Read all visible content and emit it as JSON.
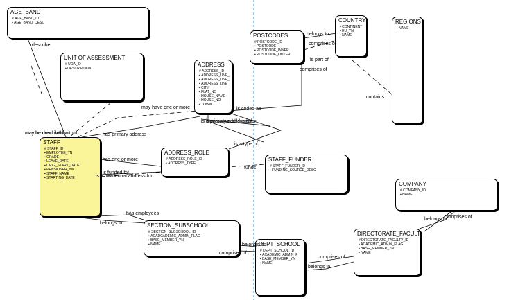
{
  "entities": {
    "age_band": {
      "title": "AGE_BAND",
      "attrs": [
        "AGE_BAND_ID",
        "AGE_BAND_DESC"
      ]
    },
    "unit_of_assessment": {
      "title": "UNIT OF ASSESSMENT",
      "attrs": [
        "UOA_ID",
        "DESCRIPTION"
      ]
    },
    "address": {
      "title": "ADDRESS",
      "attrs": [
        "ADDRESS_ID",
        "ADDRESS_LINE_",
        "ADDRESS_LINE_",
        "ADDRESS_LINE_",
        "CITY",
        "FLAT_NO",
        "HOUSE_NAME",
        "HOUSE_NO",
        "TOWN"
      ]
    },
    "postcodes": {
      "title": "POSTCODES",
      "attrs": [
        "POSTCODE_ID",
        "POSTCODE",
        "POSTCODE_INNER",
        "POSTCODE_OUTER"
      ]
    },
    "country": {
      "title": "COUNTRY",
      "attrs": [
        "CONTINENT",
        "EU_YN",
        "NAME"
      ]
    },
    "regions": {
      "title": "REGIONS",
      "attrs": [
        "NAME"
      ]
    },
    "staff": {
      "title": "STAFF",
      "attrs": [
        "STAFF_ID",
        "EMPLOYEE_YN",
        "GRADE",
        "LEAVE_DATE",
        "ORIG_START_DATE",
        "PENSIONER_YN",
        "STAFF_NAME",
        "STARTING_DATE"
      ]
    },
    "address_role": {
      "title": "ADDRESS_ROLE",
      "attrs": [
        "ADDRESS_ROLE_ID",
        "ADDRESS_TYPE"
      ]
    },
    "staff_funder": {
      "title": "STAFF_FUNDER",
      "attrs": [
        "STAFF_FUNDER_ID",
        "FUNDING_SOURCE_DESC"
      ]
    },
    "company": {
      "title": "COMPANY",
      "attrs": [
        "COMPANY_ID",
        "NAME"
      ]
    },
    "section_subschool": {
      "title": "SECTION_SUBSCHOOL",
      "attrs": [
        "SECTION_SUBSCHOOL_ID",
        "ACADCADEMIC_ADMIN_FLAG",
        "BASE_MEMBER_YN",
        "NAME"
      ]
    },
    "dept_school": {
      "title": "DEPT_SCHOOL",
      "attrs": [
        "DEPT_SCHOOL_ID",
        "ACADEMIC_ADMIN_F",
        "BASE_MEMBER_YN",
        "NAME"
      ]
    },
    "directorate_faculty": {
      "title": "DIRECTORATE_FACULT",
      "attrs": [
        "DIRECTORATE_FACULTY_ID",
        "ACADEMIC_ADMIN_FLAG",
        "BASE_MEMBER_YN",
        "NAME"
      ]
    }
  },
  "relationships": {
    "describe": "describe",
    "may_be_described_within": "may be described within",
    "may_be_used_within": "may be used within",
    "may_have_one_or_more": "may have one or more",
    "has_primary_address": "has primary address",
    "is_coded_as": "is coded as",
    "is_a_primary_address_for": "is a primary address for",
    "is_a_contact_address_for": "is a contact address for",
    "belongs_to_pc": "belongs to",
    "comprises_of_pc": "comprises of",
    "is_part_of": "is part of",
    "comprises_of_addr": "comprises of",
    "contains": "contains",
    "is_a_type_of": "is a type of",
    "has_one_or_more": "has one or more",
    "is_funded_by": "is funded by",
    "is_residential_address_for": "is a residential address for",
    "funds": "funds",
    "has_employees": "has employees",
    "belongs_to_staff": "belongs to",
    "belongs_to_section": "belongs to",
    "comprises_of_dept": "comprises of",
    "comprises_of_dir": "comprises of",
    "belongs_to_dept": "belongs to",
    "belongs_to_dir": "belongs to",
    "comprises_of_company": "comprises of"
  }
}
